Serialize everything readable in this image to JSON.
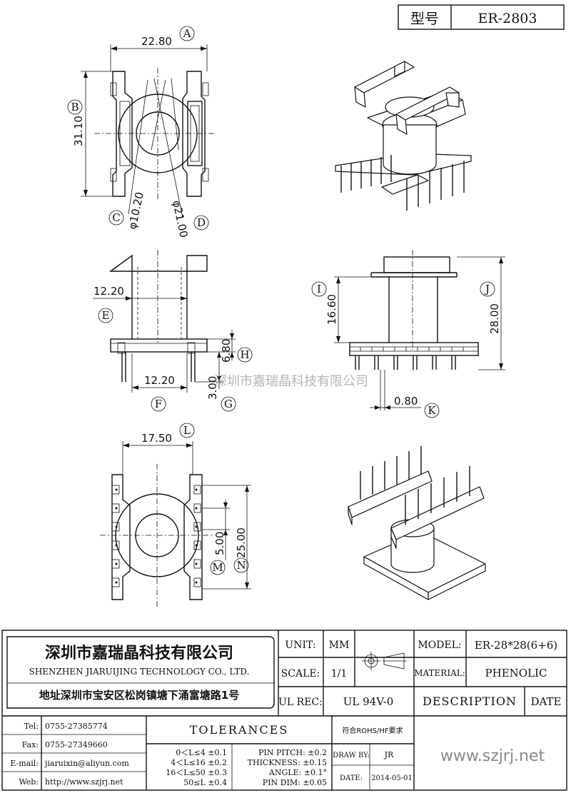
{
  "header": {
    "model_label": "型号",
    "model_value": "ER-2803"
  },
  "dims": {
    "A": "22.80",
    "B": "31.10",
    "C": "φ10.20",
    "D": "φ21.00",
    "E": "12.20",
    "F": "12.20",
    "G": "3.00",
    "H": "6.80",
    "I": "16.60",
    "J": "28.00",
    "K": "0.80",
    "L": "17.50",
    "M": "5.00",
    "N": "25.00"
  },
  "markers": [
    "A",
    "B",
    "C",
    "D",
    "E",
    "F",
    "G",
    "H",
    "I",
    "J",
    "K",
    "L",
    "M",
    "N"
  ],
  "watermark": "深圳市嘉瑞晶科技有限公司",
  "company": {
    "name_cn": "深圳市嘉瑞晶科技有限公司",
    "name_en": "SHENZHEN JIARUIJING TECHNOLOGY CO., LTD.",
    "address": "地址深圳市宝安区松岗镇塘下涌富塘路1号"
  },
  "titleblock": {
    "unit_label": "UNIT:",
    "unit_value": "MM",
    "scale_label": "SCALE:",
    "scale_value": "1/1",
    "model_label": "MODEL:",
    "model_value": "ER-28*28(6+6)",
    "material_label": "MATERIAL:",
    "material_value": "PHENOLIC",
    "ulrec_label": "UL REC:",
    "ulrec_value": "UL 94V-0",
    "description_label": "DESCRIPTION",
    "date_label": "DATE",
    "tolerances_label": "TOLERANCES",
    "rohs": "符合ROHS/HF要求",
    "draw_by_label": "DRAW BY:",
    "draw_by_value": "JR",
    "date2_label": "DATE:",
    "date2_value": "2014-05-01",
    "website_big": "www.szjrj.net"
  },
  "contacts": [
    {
      "label": "Tel:",
      "value": "0755-27385774"
    },
    {
      "label": "Fax:",
      "value": "0755-27349660"
    },
    {
      "label": "E-mail:",
      "value": "jiaruixin@aliyun.com"
    },
    {
      "label": "Web:",
      "value": "http://www.szjrj.net"
    }
  ],
  "tolerance_rows": [
    "0＜L≤4 ±0.1",
    "4＜L≤16 ±0.2",
    "16＜L≤50 ±0.3",
    "50≤L ±0.4"
  ],
  "pin_rows": [
    "PIN PITCH: ±0.2",
    "THICKNESS: ±0.15",
    "ANGLE: ±0.1°",
    "PIN DIM: ±0.05"
  ]
}
